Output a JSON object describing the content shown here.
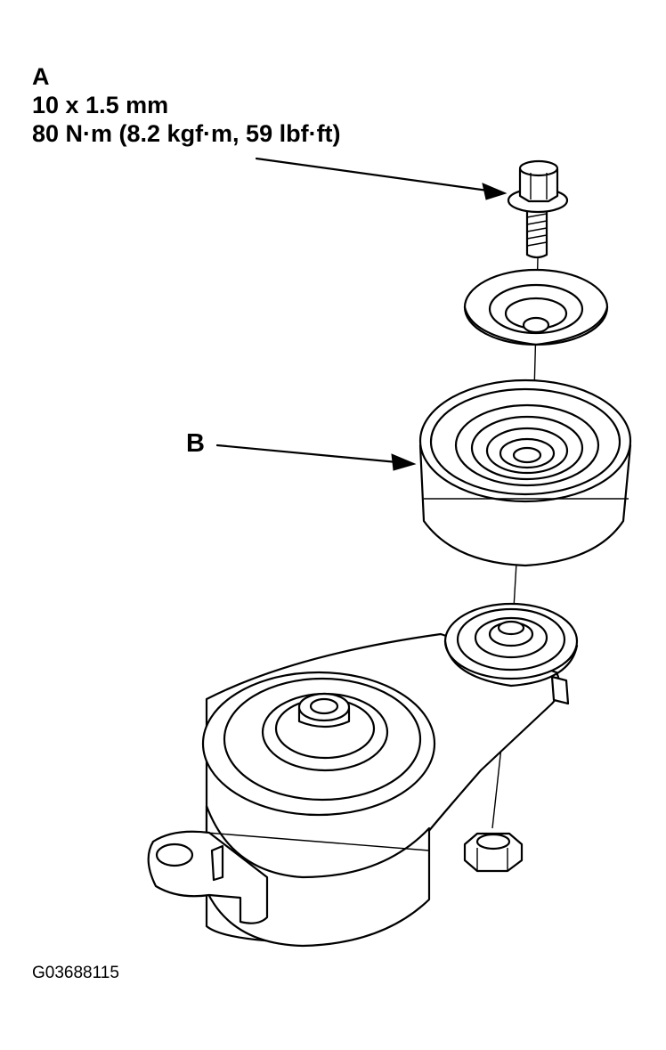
{
  "callouts": {
    "a": {
      "letter": "A",
      "thread_spec": "10 x 1.5 mm",
      "torque_spec": "80 N·m (8.2 kgf·m, 59 lbf·ft)"
    },
    "b": {
      "letter": "B"
    }
  },
  "figure_id": "G03688115"
}
